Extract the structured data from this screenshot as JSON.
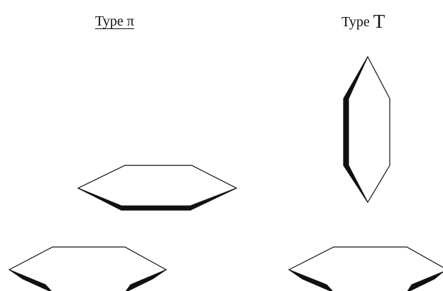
{
  "labels": {
    "left_prefix": "Type ",
    "left_symbol": "π",
    "right_prefix": "Type ",
    "right_symbol": "T"
  },
  "colors": {
    "line": "#111111",
    "background": "#ffffff"
  }
}
